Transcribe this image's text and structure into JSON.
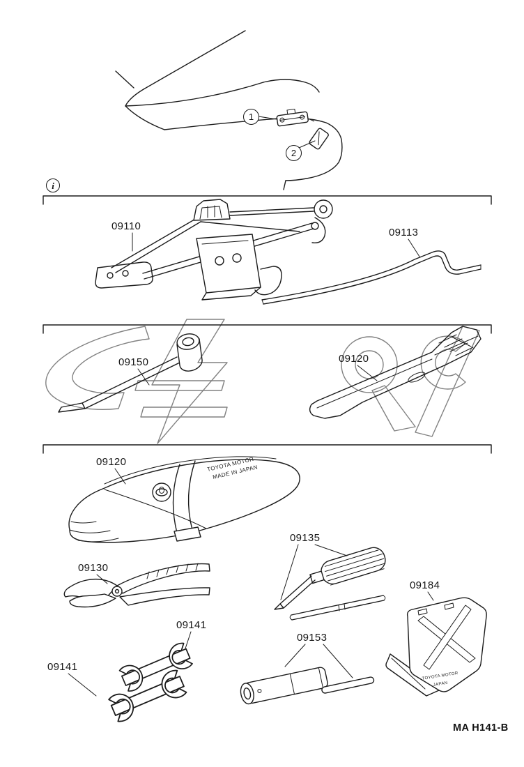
{
  "page": {
    "code": "MA  H141-B"
  },
  "callouts": {
    "c1": "1",
    "c2": "2",
    "info": "i"
  },
  "parts": {
    "jack": {
      "label": "09110"
    },
    "jack_handle": {
      "label": "09113"
    },
    "lug_wrench": {
      "label": "09150"
    },
    "bag_flat": {
      "label": "09120"
    },
    "bag_pouch": {
      "label": "09120"
    },
    "pliers": {
      "label": "09130"
    },
    "screwdriver": {
      "label": "09135"
    },
    "wrench_a": {
      "label": "09141"
    },
    "wrench_b": {
      "label": "09141"
    },
    "plug_wrench": {
      "label": "09153"
    },
    "chock": {
      "label": "09184"
    }
  },
  "markings": {
    "pouch_line1": "TOYOTA MOTOR",
    "pouch_line2": "MADE IN JAPAN",
    "chock_line1": "TOYOTA MOTOR",
    "chock_line2": "JAPAN"
  }
}
